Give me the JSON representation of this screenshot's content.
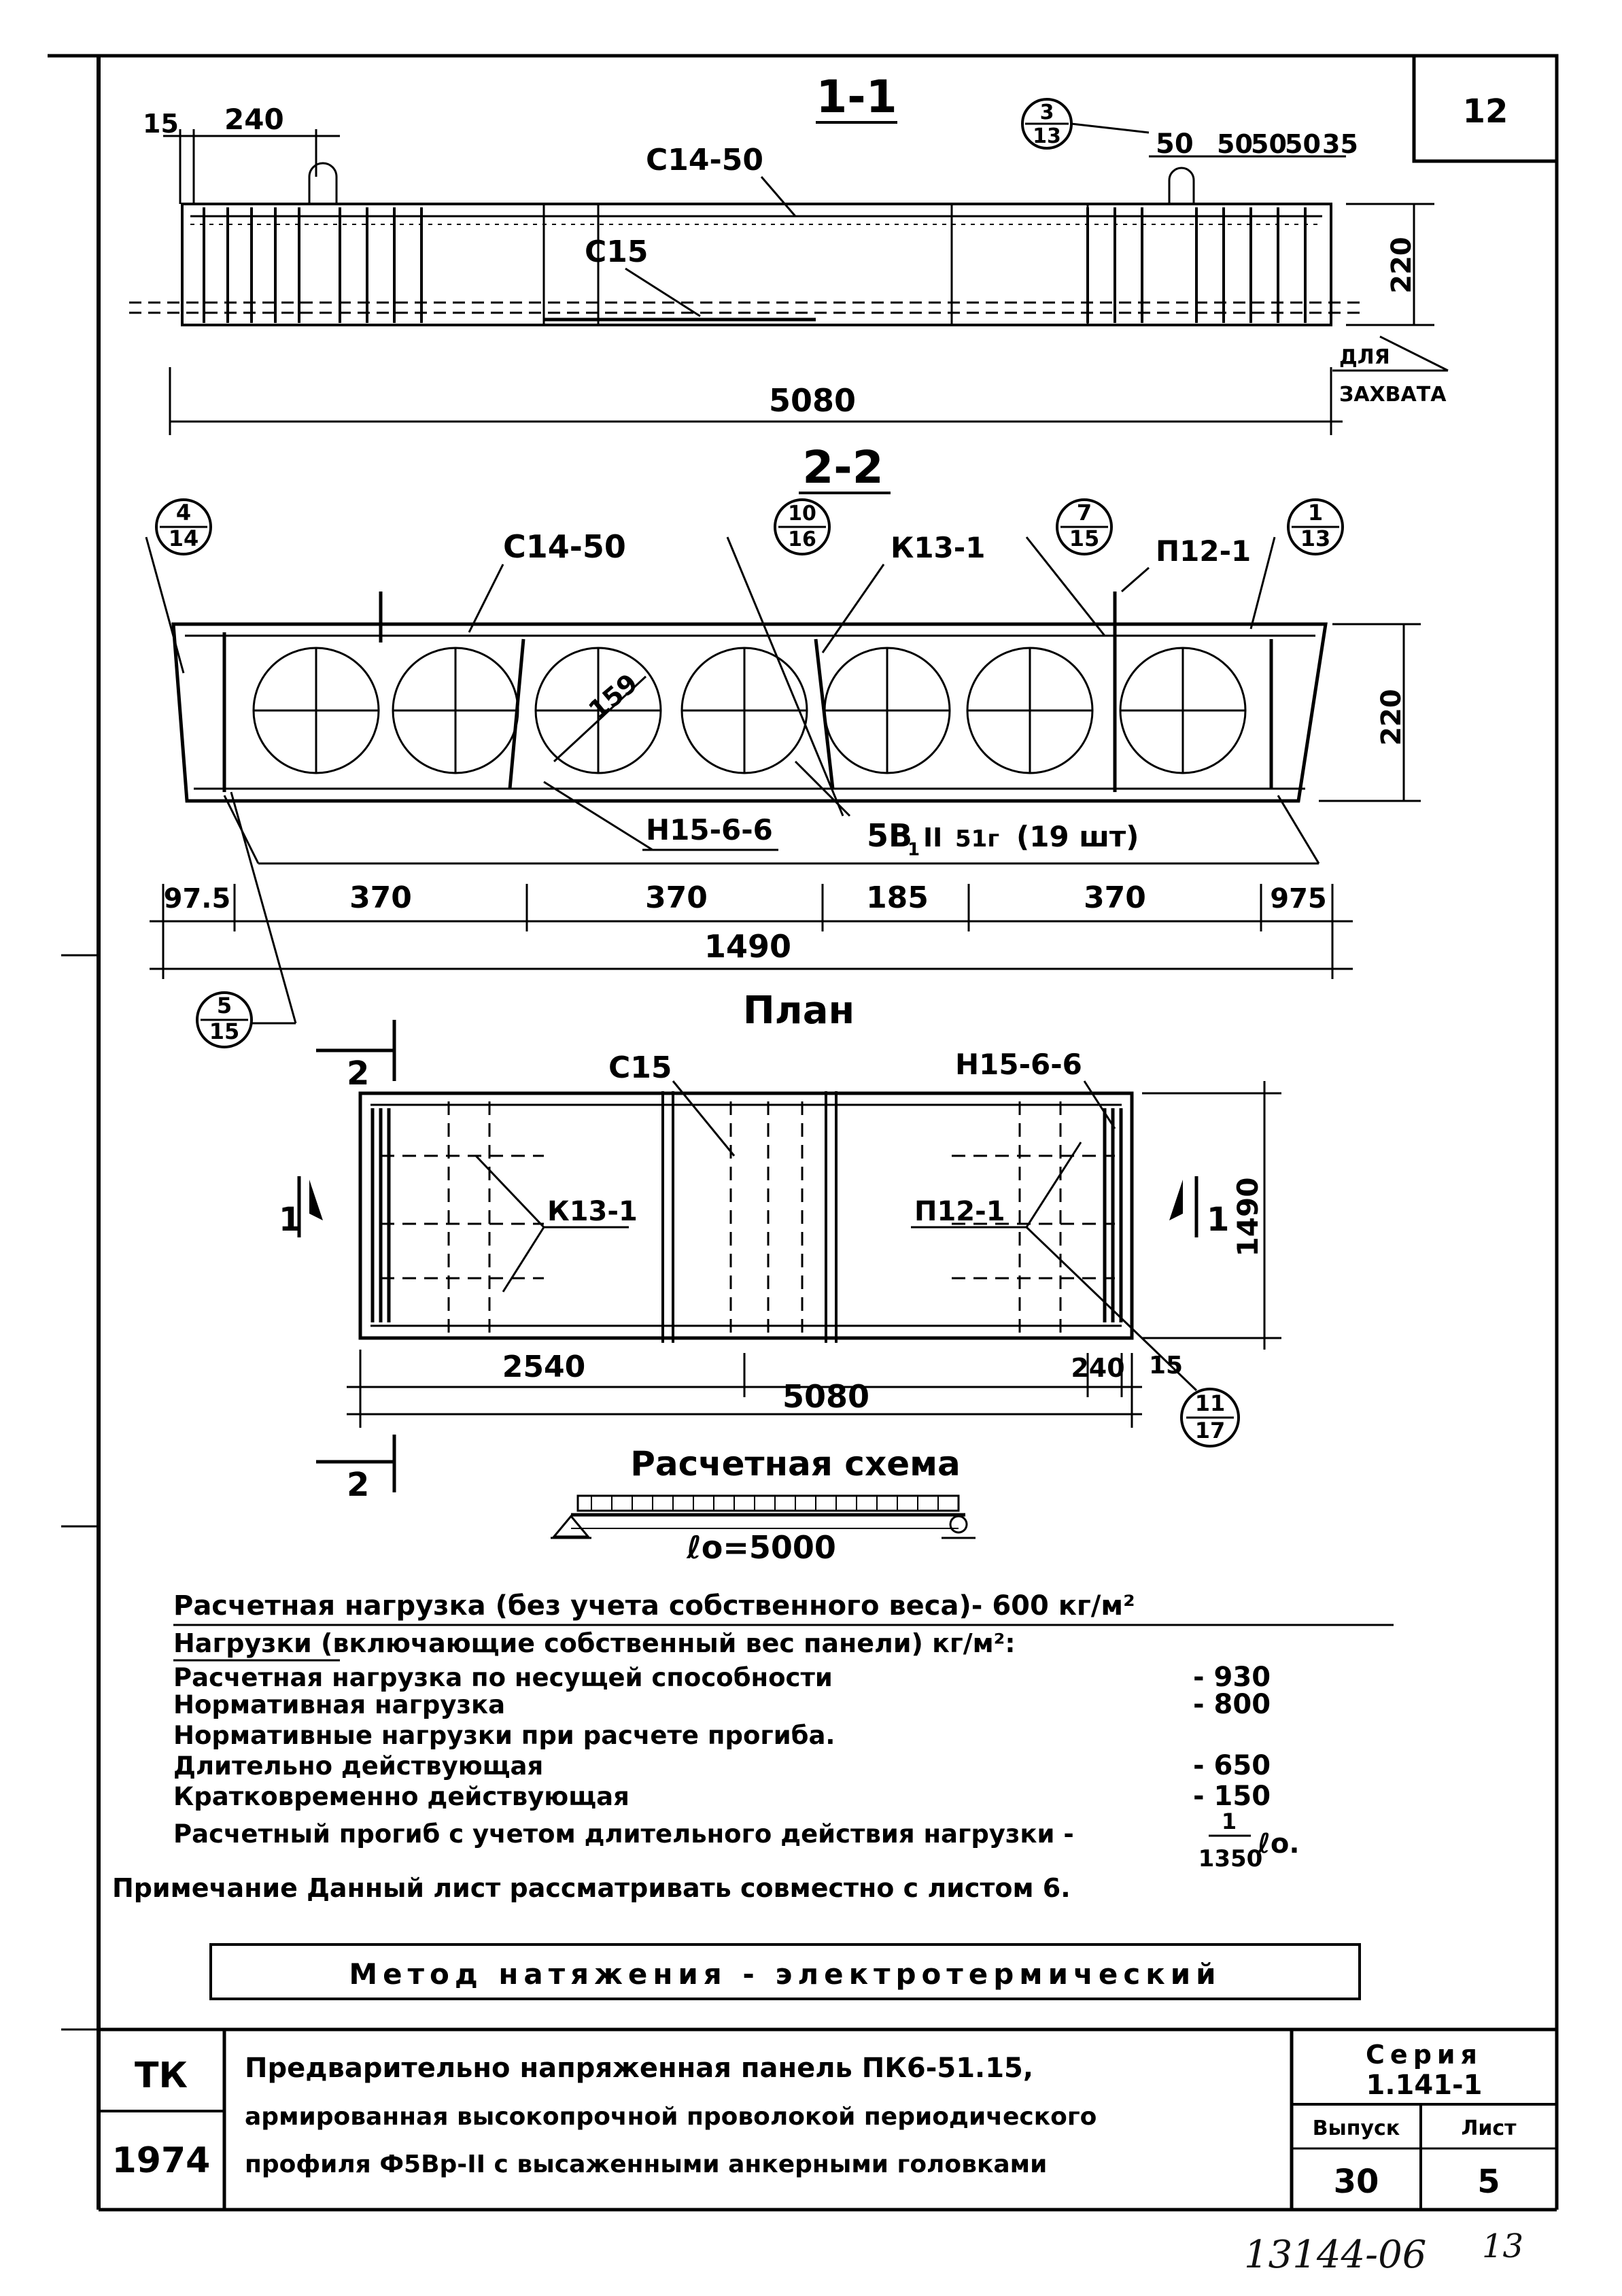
{
  "sheet_number": "12",
  "section_1_1": {
    "title": "1-1",
    "dims": {
      "d15": "15",
      "d240": "240",
      "d50a": "50",
      "d50b": "50",
      "d50c": "50",
      "d50d": "50",
      "d35": "35",
      "height": "220",
      "length": "5080"
    },
    "labels": {
      "mesh": "С14-50",
      "frame": "С15",
      "capture": "ДЛЯ",
      "capture2": "ЗАХВАТА"
    },
    "callout": {
      "num": "3",
      "den": "13"
    }
  },
  "section_2_2": {
    "title": "2-2",
    "dims": {
      "left": "97.5",
      "a": "370",
      "b": "370",
      "c": "185",
      "d": "370",
      "right": "975",
      "total": "1490",
      "height": "220",
      "hole": "159"
    },
    "labels": {
      "mesh": "С14-50",
      "k": "К13-1",
      "p": "П12-1",
      "n": "Н15-6-6",
      "wire": "5В",
      "wire_sub": "1",
      "wire_class": "II",
      "wire_len": "51г",
      "wire_qty": "(19 шт)"
    },
    "callouts": [
      {
        "num": "4",
        "den": "14"
      },
      {
        "num": "10",
        "den": "16"
      },
      {
        "num": "7",
        "den": "15"
      },
      {
        "num": "1",
        "den": "13"
      },
      {
        "num": "5",
        "den": "15"
      }
    ]
  },
  "plan": {
    "title": "План",
    "labels": {
      "c15": "С15",
      "n": "Н15-6-6",
      "k": "К13-1",
      "p": "П12-1"
    },
    "dims": {
      "half": "2540",
      "length": "5080",
      "d240": "240",
      "d15": "15",
      "width": "1490"
    },
    "cut_marks": {
      "one_left": "1",
      "one_right": "1",
      "two_top": "2",
      "two_bottom": "2"
    },
    "callout": {
      "num": "11",
      "den": "17"
    }
  },
  "scheme": {
    "title": "Расчетная схема",
    "span": "ℓо=5000"
  },
  "notes": {
    "line1": "Расчетная нагрузка (без учета собственного веса)- 600 кг/м²",
    "line2": "Нагрузки (включающие собственный вес панели) кг/м²:",
    "loads": [
      {
        "label": "Расчетная нагрузка по несущей способности",
        "value": "- 930"
      },
      {
        "label": "Нормативная нагрузка",
        "value": "- 800"
      },
      {
        "label": "Нормативные нагрузки при расчете прогиба.",
        "value": ""
      },
      {
        "label": "Длительно действующая",
        "value": "- 650"
      },
      {
        "label": "Кратковременно действующая",
        "value": "- 150"
      }
    ],
    "deflection": "Расчетный прогиб с учетом длительного действия нагрузки -",
    "deflection_num": "1",
    "deflection_den": "1350",
    "deflection_unit": "ℓо.",
    "note": "Примечание Данный лист рассматривать совместно с листом 6."
  },
  "method": "Метод натяжения - электротермический",
  "title_block": {
    "org": "ТК",
    "year": "1974",
    "line1": "Предварительно напряженная панель ПК6-51.15,",
    "line2": "армированная высокопрочной проволокой периодического",
    "line3": "профиля Ф5Вр-II с высаженными анкерными головками",
    "series_label": "Серия",
    "series": "1.141-1",
    "issue_label": "Выпуск",
    "issue": "30",
    "sheet_label": "Лист",
    "sheet": "5"
  },
  "stamp": "13144-06",
  "stamp2": "13"
}
